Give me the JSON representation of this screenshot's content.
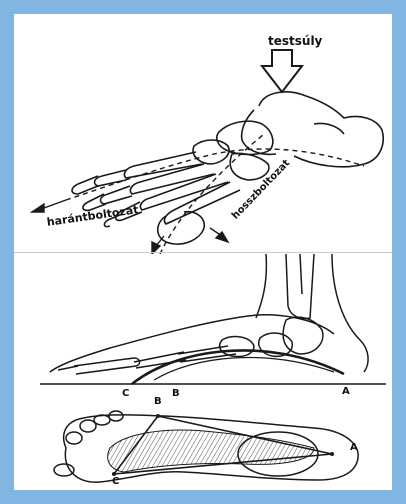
{
  "labels": {
    "top_weight": "testsúly",
    "transverse_arch": "harántboltozat",
    "longitudinal_arch": "hosszboltozat",
    "mid_c": "C",
    "mid_b": "B",
    "mid_a": "A",
    "bottom_b": "B",
    "bottom_a": "A",
    "bottom_c": "C"
  },
  "colors": {
    "frame": "#82b6e2",
    "panel": "#ffffff",
    "ink": "#1a1a1a",
    "hatch": "#555555"
  }
}
